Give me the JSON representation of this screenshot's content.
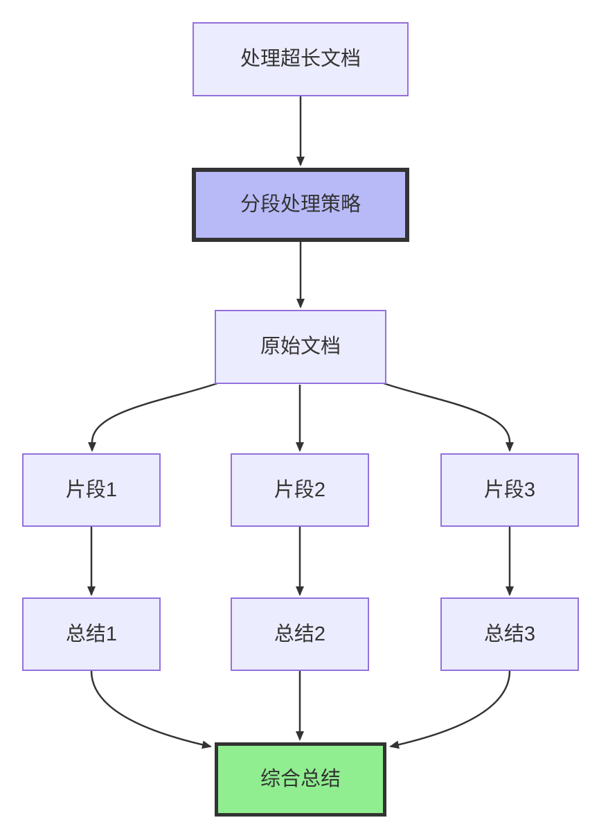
{
  "diagram": {
    "type": "flowchart",
    "direction": "top-down",
    "background": "#ffffff",
    "colors": {
      "node_fill": "#ECECFF",
      "node_border": "#9370DB",
      "highlight_fill": "#b8baf8",
      "highlight_border": "#333333",
      "success_fill": "#90EE90",
      "success_border": "#333333",
      "edge_color": "#333333",
      "text_color": "#333333"
    },
    "nodes": [
      {
        "id": "A",
        "label": "处理超长文档",
        "style": "default"
      },
      {
        "id": "B",
        "label": "分段处理策略",
        "style": "highlight"
      },
      {
        "id": "C",
        "label": "原始文档",
        "style": "default"
      },
      {
        "id": "D1",
        "label": "片段1",
        "style": "default"
      },
      {
        "id": "D2",
        "label": "片段2",
        "style": "default"
      },
      {
        "id": "D3",
        "label": "片段3",
        "style": "default"
      },
      {
        "id": "E1",
        "label": "总结1",
        "style": "default"
      },
      {
        "id": "E2",
        "label": "总结2",
        "style": "default"
      },
      {
        "id": "E3",
        "label": "总结3",
        "style": "default"
      },
      {
        "id": "F",
        "label": "综合总结",
        "style": "success"
      }
    ],
    "edges": [
      {
        "from": "A",
        "to": "B"
      },
      {
        "from": "B",
        "to": "C"
      },
      {
        "from": "C",
        "to": "D1"
      },
      {
        "from": "C",
        "to": "D2"
      },
      {
        "from": "C",
        "to": "D3"
      },
      {
        "from": "D1",
        "to": "E1"
      },
      {
        "from": "D2",
        "to": "E2"
      },
      {
        "from": "D3",
        "to": "E3"
      },
      {
        "from": "E1",
        "to": "F"
      },
      {
        "from": "E2",
        "to": "F"
      },
      {
        "from": "E3",
        "to": "F"
      }
    ]
  }
}
